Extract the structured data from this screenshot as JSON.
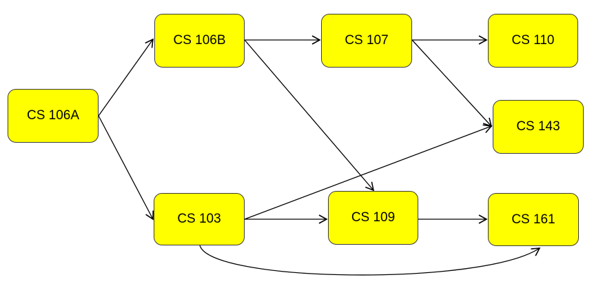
{
  "nodes": {
    "cs106a": "CS 106A",
    "cs106b": "CS 106B",
    "cs107": "CS 107",
    "cs110": "CS 110",
    "cs143": "CS 143",
    "cs103": "CS 103",
    "cs109": "CS 109",
    "cs161": "CS 161"
  },
  "edges": [
    {
      "from": "CS 106A",
      "to": "CS 106B"
    },
    {
      "from": "CS 106A",
      "to": "CS 103"
    },
    {
      "from": "CS 106B",
      "to": "CS 107"
    },
    {
      "from": "CS 106B",
      "to": "CS 109"
    },
    {
      "from": "CS 107",
      "to": "CS 110"
    },
    {
      "from": "CS 107",
      "to": "CS 143"
    },
    {
      "from": "CS 103",
      "to": "CS 143"
    },
    {
      "from": "CS 103",
      "to": "CS 109"
    },
    {
      "from": "CS 103",
      "to": "CS 161"
    },
    {
      "from": "CS 109",
      "to": "CS 161"
    }
  ],
  "colors": {
    "node_fill": "#ffff00",
    "node_border": "#3a3a3a",
    "arrow": "#000000"
  }
}
